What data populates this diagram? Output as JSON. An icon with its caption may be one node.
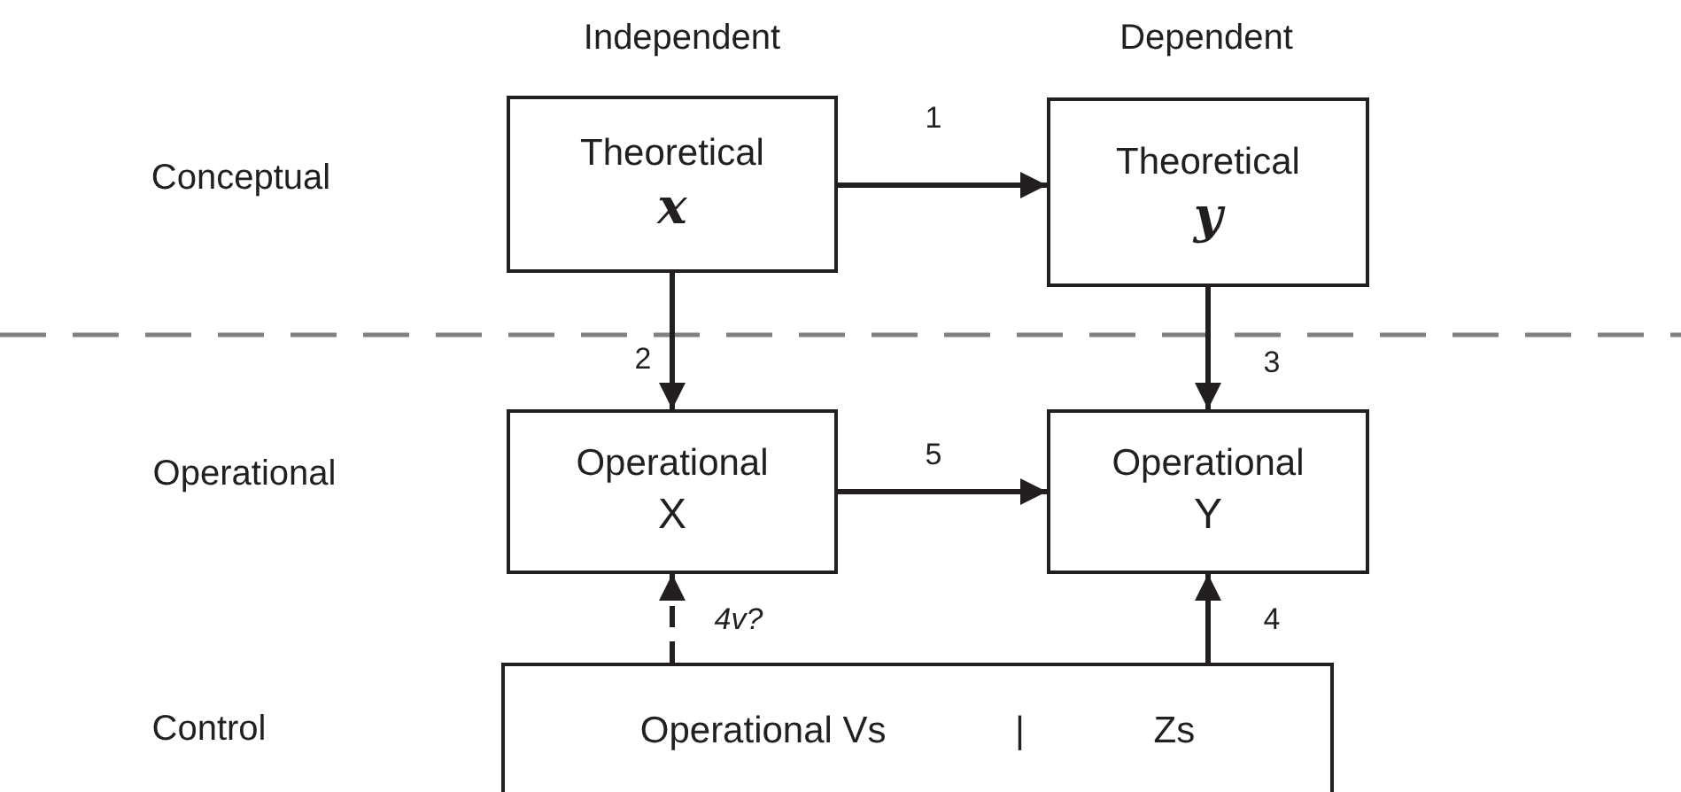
{
  "diagram": {
    "nodes": [
      {
        "text": [
          "Theoretical",
          "x"
        ]
      },
      {
        "text": [
          "Theoretical",
          "y"
        ]
      },
      {
        "text": [
          "Operational",
          "X"
        ]
      },
      {
        "text": [
          "Operational",
          "Y"
        ]
      },
      {
        "text": [
          "Operational Vs",
          "|",
          "Zs"
        ]
      }
    ],
    "edges": [
      {
        "from": 0,
        "to": 1,
        "arrow": "to",
        "label": "1"
      },
      {
        "from": 0,
        "to": 2,
        "arrow": "to",
        "label": "2"
      },
      {
        "from": 1,
        "to": 3,
        "arrow": "to",
        "label": "3"
      },
      {
        "from": 2,
        "to": 3,
        "arrow": "to",
        "label": "5"
      },
      {
        "from": 4,
        "to": 2,
        "arrow": "to",
        "label": "4v?",
        "style": "dashed"
      },
      {
        "from": 4,
        "to": 3,
        "arrow": "to",
        "label": "4"
      }
    ],
    "labels": [
      "Independent",
      "Dependent",
      "Conceptual",
      "Operational",
      "Control"
    ]
  }
}
